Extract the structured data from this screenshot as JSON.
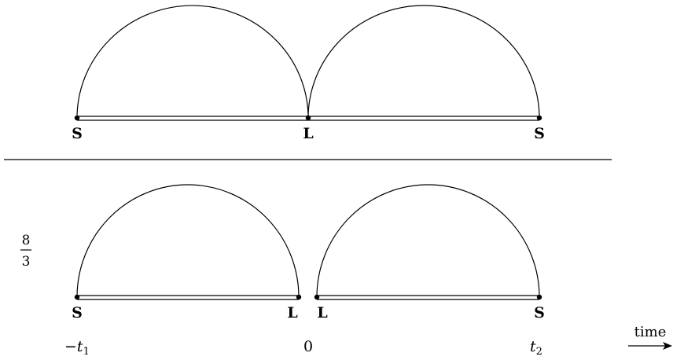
{
  "diagram": {
    "top": {
      "labels": {
        "left": "S",
        "middle": "L",
        "right": "S"
      }
    },
    "bottom": {
      "factor": {
        "numerator": "8",
        "denominator": "3"
      },
      "labels": {
        "left": "S",
        "middle_left": "L",
        "middle_right": "L",
        "right": "S"
      }
    },
    "time_axis": {
      "left": {
        "sign": "−",
        "var": "t",
        "sub": "1"
      },
      "middle": "0",
      "right": {
        "var": "t",
        "sub": "2"
      },
      "arrow_label": "time"
    }
  }
}
